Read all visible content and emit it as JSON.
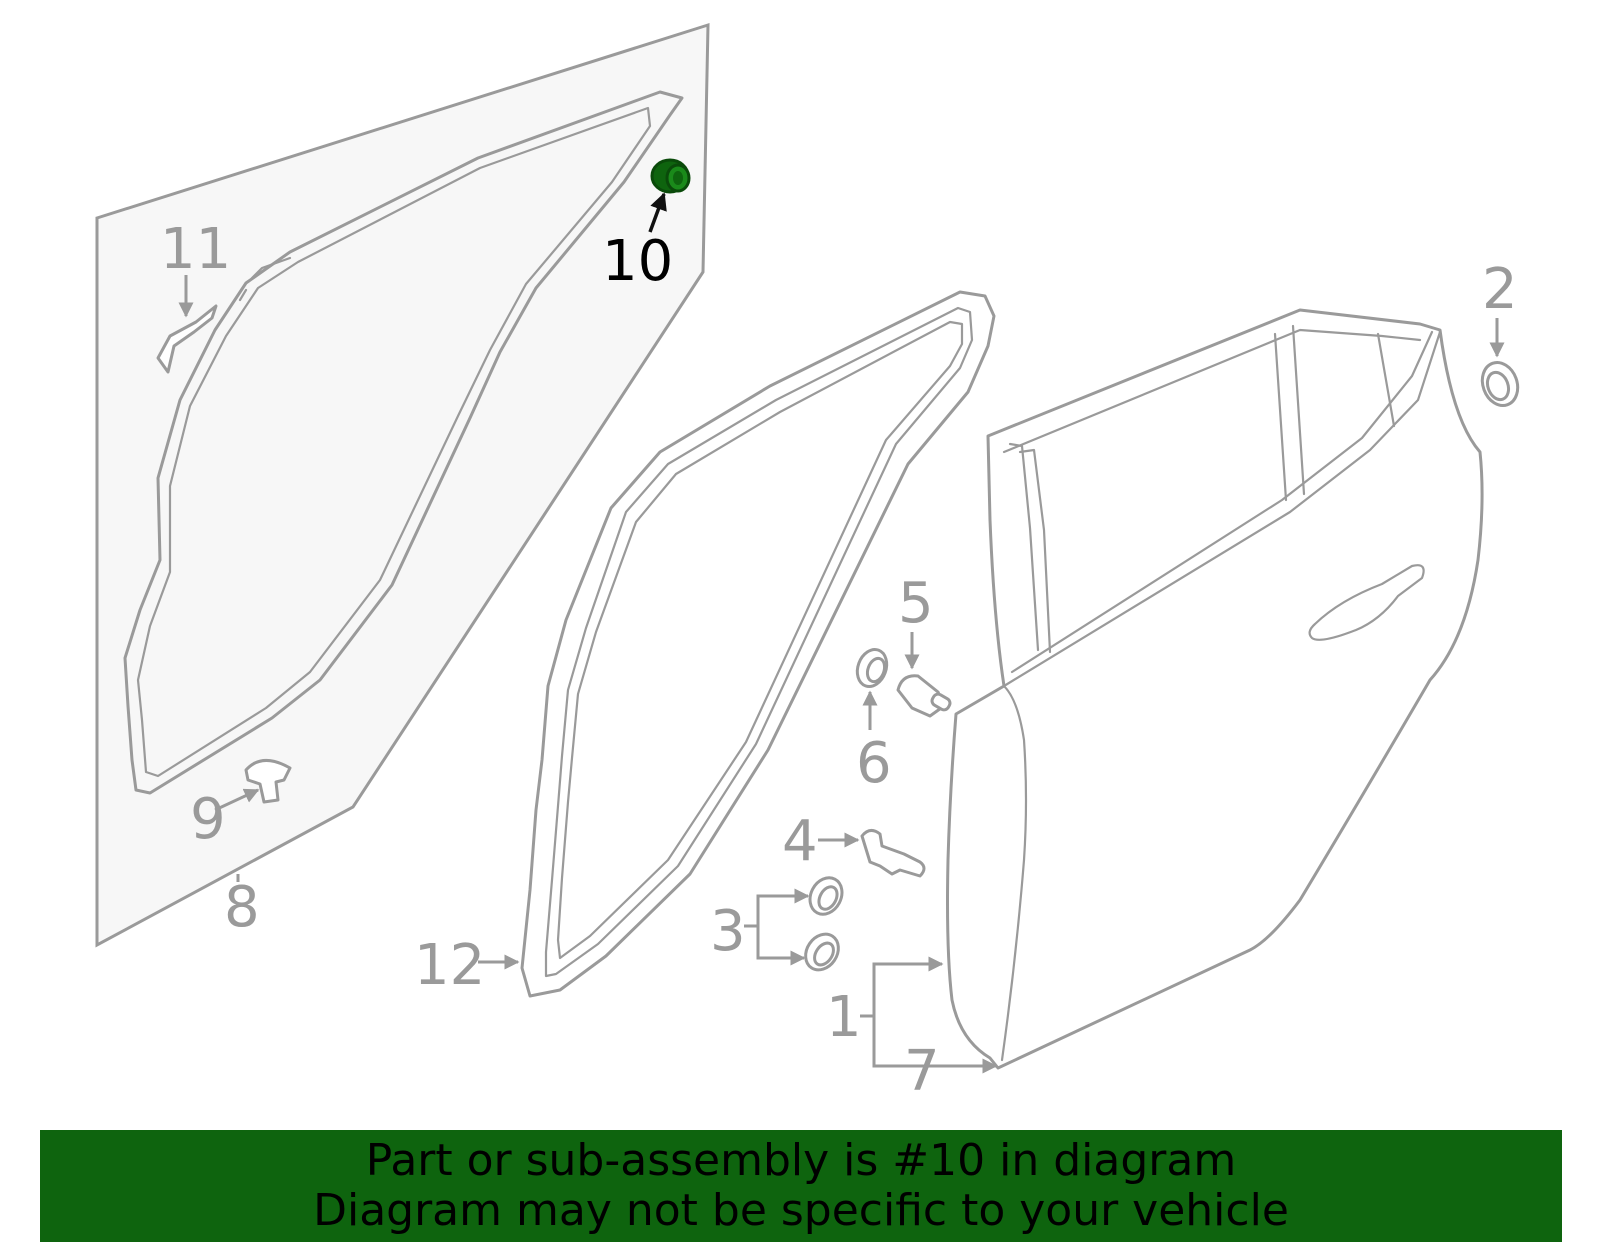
{
  "callouts": {
    "c1": "1",
    "c2": "2",
    "c3": "3",
    "c4": "4",
    "c5": "5",
    "c6": "6",
    "c7": "7",
    "c8": "8",
    "c9": "9",
    "c10": "10",
    "c11": "11",
    "c12": "12"
  },
  "highlighted_part": "10",
  "colors": {
    "line": "#9a9a9a",
    "highlight": "#0e640e",
    "panel_fill": "#f7f7f7",
    "banner_bg": "#0e640e"
  },
  "banner": {
    "line1": "Part or sub-assembly is #10 in diagram",
    "line2": "Diagram may not be specific to your vehicle"
  }
}
